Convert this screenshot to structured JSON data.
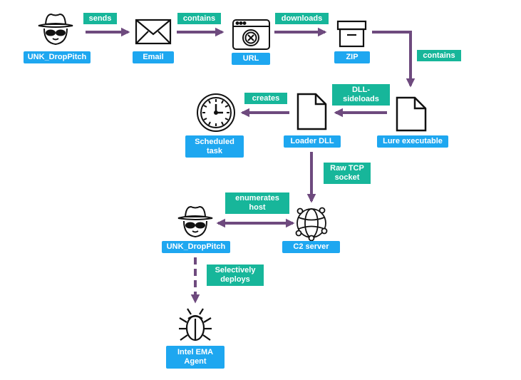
{
  "colors": {
    "arrow": "#6e4a7e",
    "node_label_bg": "#1ea7f0",
    "edge_label_bg": "#17b69a",
    "icon": "#111111"
  },
  "nodes": {
    "actor_top": {
      "label": "UNK_DropPitch",
      "icon": "spy-icon"
    },
    "email": {
      "label": "Email",
      "icon": "envelope-icon"
    },
    "url": {
      "label": "URL",
      "icon": "browser-blocked-icon"
    },
    "zip": {
      "label": "ZIP",
      "icon": "archive-box-icon"
    },
    "lure": {
      "label": "Lure executable",
      "icon": "file-icon"
    },
    "loader": {
      "label": "Loader DLL",
      "icon": "file-icon"
    },
    "task": {
      "label": "Scheduled\ntask",
      "icon": "clock-icon"
    },
    "c2": {
      "label": "C2 server",
      "icon": "globe-network-icon"
    },
    "actor_bottom": {
      "label": "UNK_DropPitch",
      "icon": "spy-icon"
    },
    "agent": {
      "label": "Intel EMA\nAgent",
      "icon": "bug-icon"
    }
  },
  "edges": {
    "sends": "sends",
    "contains1": "contains",
    "downloads": "downloads",
    "contains2": "contains",
    "sideloads": "DLL-\nsideloads",
    "creates": "creates",
    "raw_tcp": "Raw TCP\nsocket",
    "enumerates": "enumerates\nhost",
    "deploys": "Selectively\ndeploys"
  }
}
